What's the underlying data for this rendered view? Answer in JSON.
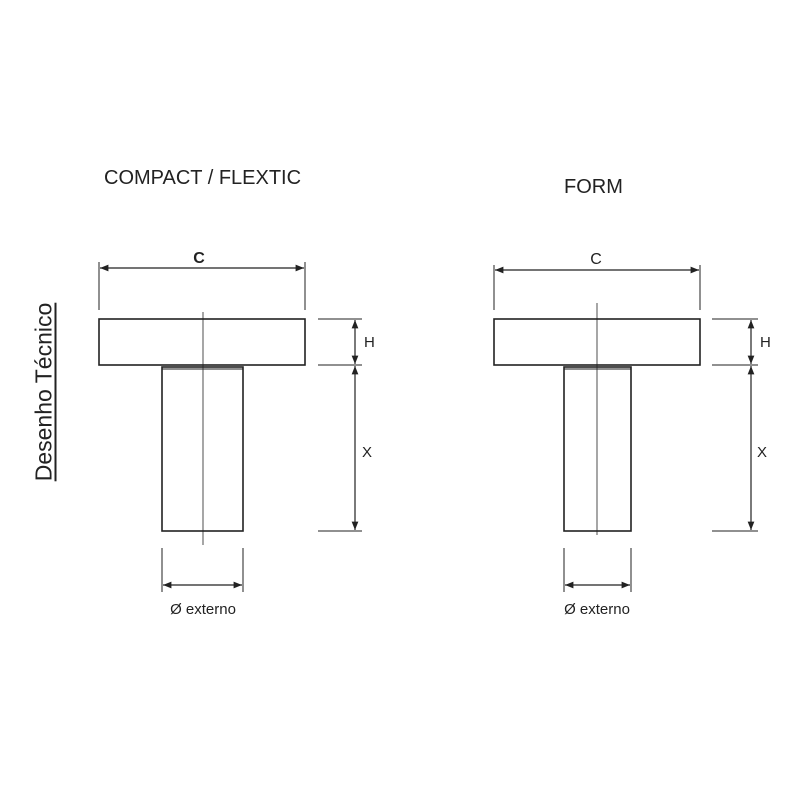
{
  "side_label": "Desenho Técnico",
  "left": {
    "title": "COMPACT / FLEXTIC",
    "dim_c": "C",
    "dim_h": "H",
    "dim_x": "X",
    "dim_diameter": "Ø externo"
  },
  "right": {
    "title": "FORM",
    "dim_c": "C",
    "dim_h": "H",
    "dim_x": "X",
    "dim_diameter": "Ø externo"
  },
  "colors": {
    "line": "#222222",
    "background": "#ffffff"
  }
}
